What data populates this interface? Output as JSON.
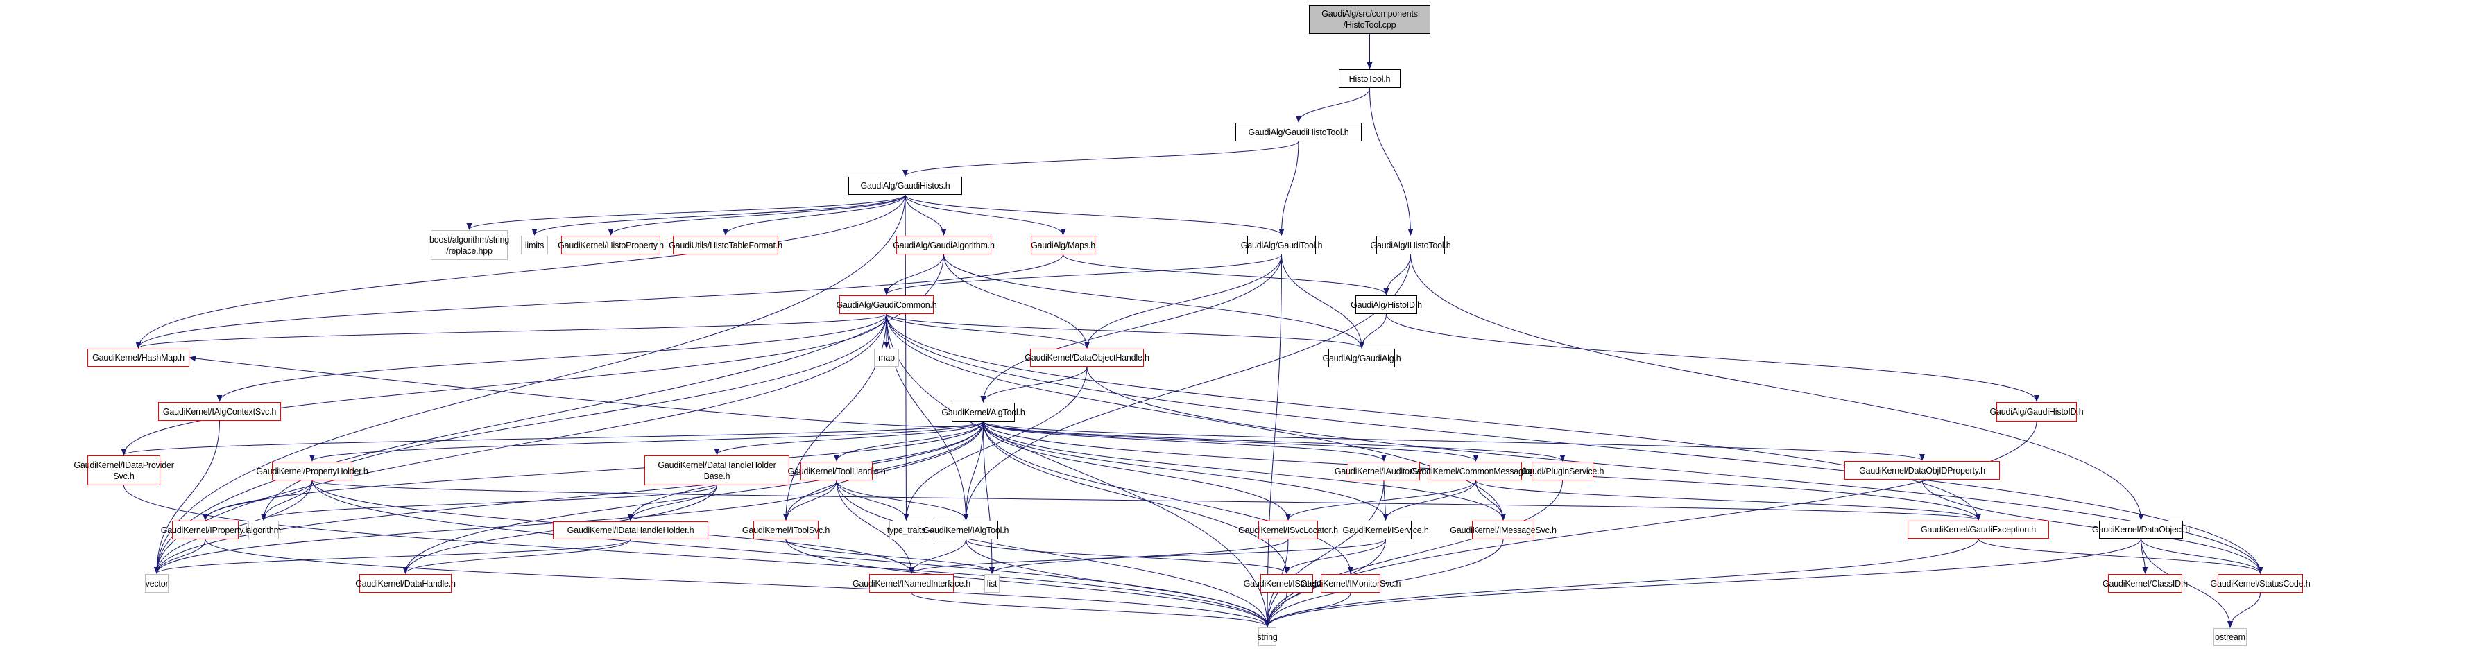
{
  "graph": {
    "title": "GaudiAlg/src/components/HistoTool.cpp include dependency graph",
    "colors": {
      "edge": "#191970",
      "documented_border": "#000000",
      "undocumented_border": "#ff0000",
      "external_border": "#bfbfbf",
      "root_fill": "#bfbfbf"
    },
    "nodes": [
      {
        "id": "root",
        "label": "GaudiAlg/src/components\n/HistoTool.cpp",
        "kind": "root"
      },
      {
        "id": "HistoTool_h",
        "label": "HistoTool.h",
        "kind": "documented"
      },
      {
        "id": "GaudiHistoTool_h",
        "label": "GaudiAlg/GaudiHistoTool.h",
        "kind": "documented"
      },
      {
        "id": "GaudiHistos_h",
        "label": "GaudiAlg/GaudiHistos.h",
        "kind": "documented"
      },
      {
        "id": "IHistoTool_h",
        "label": "GaudiAlg/IHistoTool.h",
        "kind": "documented"
      },
      {
        "id": "boost_replace",
        "label": "boost/algorithm/string\n/replace.hpp",
        "kind": "external"
      },
      {
        "id": "limits",
        "label": "limits",
        "kind": "external"
      },
      {
        "id": "HistoProperty_h",
        "label": "GaudiKernel/HistoProperty.h",
        "kind": "undocumented"
      },
      {
        "id": "HistoTableFormat_h",
        "label": "GaudiUtils/HistoTableFormat.h",
        "kind": "undocumented"
      },
      {
        "id": "GaudiAlgorithm_h",
        "label": "GaudiAlg/GaudiAlgorithm.h",
        "kind": "undocumented"
      },
      {
        "id": "Maps_h",
        "label": "GaudiAlg/Maps.h",
        "kind": "undocumented"
      },
      {
        "id": "GaudiTool_h",
        "label": "GaudiAlg/GaudiTool.h",
        "kind": "documented"
      },
      {
        "id": "HistoID_h",
        "label": "GaudiAlg/HistoID.h",
        "kind": "documented"
      },
      {
        "id": "GaudiCommon_h",
        "label": "GaudiAlg/GaudiCommon.h",
        "kind": "undocumented"
      },
      {
        "id": "GaudiAlg_h",
        "label": "GaudiAlg/GaudiAlg.h",
        "kind": "documented"
      },
      {
        "id": "HashMap_h",
        "label": "GaudiKernel/HashMap.h",
        "kind": "undocumented"
      },
      {
        "id": "map",
        "label": "map",
        "kind": "external"
      },
      {
        "id": "DataObjectHandle_h",
        "label": "GaudiKernel/DataObjectHandle.h",
        "kind": "undocumented"
      },
      {
        "id": "IAlgContextSvc_h",
        "label": "GaudiKernel/IAlgContextSvc.h",
        "kind": "undocumented"
      },
      {
        "id": "AlgTool_h",
        "label": "GaudiKernel/AlgTool.h",
        "kind": "documented"
      },
      {
        "id": "GaudiHistoID_h",
        "label": "GaudiAlg/GaudiHistoID.h",
        "kind": "undocumented"
      },
      {
        "id": "IDataProviderSvc_h",
        "label": "GaudiKernel/IDataProvider\nSvc.h",
        "kind": "undocumented"
      },
      {
        "id": "PropertyHolder_h",
        "label": "GaudiKernel/PropertyHolder.h",
        "kind": "undocumented"
      },
      {
        "id": "DataHandleHolderBase_h",
        "label": "GaudiKernel/DataHandleHolder\nBase.h",
        "kind": "undocumented"
      },
      {
        "id": "ToolHandle_h",
        "label": "GaudiKernel/ToolHandle.h",
        "kind": "undocumented"
      },
      {
        "id": "IAuditorSvc_h",
        "label": "GaudiKernel/IAuditorSvc.h",
        "kind": "undocumented"
      },
      {
        "id": "CommonMessaging_h",
        "label": "GaudiKernel/CommonMessaging.h",
        "kind": "undocumented"
      },
      {
        "id": "PluginService_h",
        "label": "Gaudi/PluginService.h",
        "kind": "undocumented"
      },
      {
        "id": "DataObjIDProperty_h",
        "label": "GaudiKernel/DataObjIDProperty.h",
        "kind": "undocumented"
      },
      {
        "id": "IProperty_h",
        "label": "GaudiKernel/IProperty.h",
        "kind": "undocumented"
      },
      {
        "id": "algorithm",
        "label": "algorithm",
        "kind": "external"
      },
      {
        "id": "IDataHandleHolder_h",
        "label": "GaudiKernel/IDataHandleHolder.h",
        "kind": "undocumented"
      },
      {
        "id": "IToolSvc_h",
        "label": "GaudiKernel/IToolSvc.h",
        "kind": "undocumented"
      },
      {
        "id": "type_traits",
        "label": "type_traits",
        "kind": "external"
      },
      {
        "id": "IAlgTool_h",
        "label": "GaudiKernel/IAlgTool.h",
        "kind": "documented"
      },
      {
        "id": "ISvcLocator_h",
        "label": "GaudiKernel/ISvcLocator.h",
        "kind": "undocumented"
      },
      {
        "id": "IService_h",
        "label": "GaudiKernel/IService.h",
        "kind": "documented"
      },
      {
        "id": "IMessageSvc_h",
        "label": "GaudiKernel/IMessageSvc.h",
        "kind": "undocumented"
      },
      {
        "id": "GaudiException_h",
        "label": "GaudiKernel/GaudiException.h",
        "kind": "undocumented"
      },
      {
        "id": "DataObject_h",
        "label": "GaudiKernel/DataObject.h",
        "kind": "documented"
      },
      {
        "id": "vector",
        "label": "vector",
        "kind": "external"
      },
      {
        "id": "DataHandle_h",
        "label": "GaudiKernel/DataHandle.h",
        "kind": "undocumented"
      },
      {
        "id": "INamedInterface_h",
        "label": "GaudiKernel/INamedInterface.h",
        "kind": "undocumented"
      },
      {
        "id": "list",
        "label": "list",
        "kind": "external"
      },
      {
        "id": "IStateful_h",
        "label": "GaudiKernel/IStateful.h",
        "kind": "undocumented"
      },
      {
        "id": "IMonitorSvc_h",
        "label": "GaudiKernel/IMonitorSvc.h",
        "kind": "undocumented"
      },
      {
        "id": "ClassID_h",
        "label": "GaudiKernel/ClassID.h",
        "kind": "undocumented"
      },
      {
        "id": "StatusCode_h",
        "label": "GaudiKernel/StatusCode.h",
        "kind": "undocumented"
      },
      {
        "id": "string",
        "label": "string",
        "kind": "external"
      },
      {
        "id": "ostream",
        "label": "ostream",
        "kind": "external"
      }
    ],
    "edges": [
      [
        "root",
        "HistoTool_h"
      ],
      [
        "HistoTool_h",
        "GaudiHistoTool_h"
      ],
      [
        "HistoTool_h",
        "IHistoTool_h"
      ],
      [
        "GaudiHistoTool_h",
        "GaudiHistos_h"
      ],
      [
        "GaudiHistoTool_h",
        "GaudiTool_h"
      ],
      [
        "GaudiHistos_h",
        "vector"
      ],
      [
        "GaudiHistos_h",
        "boost_replace"
      ],
      [
        "GaudiHistos_h",
        "limits"
      ],
      [
        "GaudiHistos_h",
        "HistoProperty_h"
      ],
      [
        "GaudiHistos_h",
        "HistoTableFormat_h"
      ],
      [
        "GaudiHistos_h",
        "GaudiAlgorithm_h"
      ],
      [
        "GaudiHistos_h",
        "Maps_h"
      ],
      [
        "GaudiHistos_h",
        "GaudiTool_h"
      ],
      [
        "GaudiHistos_h",
        "type_traits"
      ],
      [
        "GaudiHistos_h",
        "HashMap_h"
      ],
      [
        "GaudiAlgorithm_h",
        "GaudiCommon_h"
      ],
      [
        "GaudiAlgorithm_h",
        "DataObjectHandle_h"
      ],
      [
        "GaudiAlgorithm_h",
        "GaudiAlg_h"
      ],
      [
        "GaudiAlgorithm_h",
        "vector"
      ],
      [
        "Maps_h",
        "HistoID_h"
      ],
      [
        "Maps_h",
        "HashMap_h"
      ],
      [
        "GaudiTool_h",
        "GaudiCommon_h"
      ],
      [
        "GaudiTool_h",
        "DataObjectHandle_h"
      ],
      [
        "GaudiTool_h",
        "AlgTool_h"
      ],
      [
        "GaudiTool_h",
        "GaudiAlg_h"
      ],
      [
        "GaudiTool_h",
        "string"
      ],
      [
        "IHistoTool_h",
        "HistoID_h"
      ],
      [
        "IHistoTool_h",
        "IAlgTool_h"
      ],
      [
        "IHistoTool_h",
        "DataObject_h"
      ],
      [
        "HistoID_h",
        "GaudiAlg_h"
      ],
      [
        "HistoID_h",
        "GaudiHistoID_h"
      ],
      [
        "GaudiCommon_h",
        "HashMap_h"
      ],
      [
        "GaudiCommon_h",
        "map"
      ],
      [
        "GaudiCommon_h",
        "DataObjectHandle_h"
      ],
      [
        "GaudiCommon_h",
        "IAlgContextSvc_h"
      ],
      [
        "GaudiCommon_h",
        "IDataProviderSvc_h"
      ],
      [
        "GaudiCommon_h",
        "GaudiAlg_h"
      ],
      [
        "GaudiCommon_h",
        "IToolSvc_h"
      ],
      [
        "GaudiCommon_h",
        "IAlgTool_h"
      ],
      [
        "GaudiCommon_h",
        "algorithm"
      ],
      [
        "GaudiCommon_h",
        "vector"
      ],
      [
        "GaudiCommon_h",
        "string"
      ],
      [
        "GaudiCommon_h",
        "GaudiException_h"
      ],
      [
        "GaudiCommon_h",
        "StatusCode_h"
      ],
      [
        "GaudiCommon_h",
        "IMessageSvc_h"
      ],
      [
        "DataObjectHandle_h",
        "AlgTool_h"
      ],
      [
        "DataObjectHandle_h",
        "type_traits"
      ],
      [
        "DataObjectHandle_h",
        "StatusCode_h"
      ],
      [
        "IAlgContextSvc_h",
        "vector"
      ],
      [
        "AlgTool_h",
        "IDataProviderSvc_h"
      ],
      [
        "AlgTool_h",
        "PropertyHolder_h"
      ],
      [
        "AlgTool_h",
        "DataHandleHolderBase_h"
      ],
      [
        "AlgTool_h",
        "ToolHandle_h"
      ],
      [
        "AlgTool_h",
        "IAuditorSvc_h"
      ],
      [
        "AlgTool_h",
        "CommonMessaging_h"
      ],
      [
        "AlgTool_h",
        "PluginService_h"
      ],
      [
        "AlgTool_h",
        "DataObjIDProperty_h"
      ],
      [
        "AlgTool_h",
        "IProperty_h"
      ],
      [
        "AlgTool_h",
        "IDataHandleHolder_h"
      ],
      [
        "AlgTool_h",
        "IToolSvc_h"
      ],
      [
        "AlgTool_h",
        "IAlgTool_h"
      ],
      [
        "AlgTool_h",
        "ISvcLocator_h"
      ],
      [
        "AlgTool_h",
        "IService_h"
      ],
      [
        "AlgTool_h",
        "IMessageSvc_h"
      ],
      [
        "AlgTool_h",
        "GaudiException_h"
      ],
      [
        "AlgTool_h",
        "list"
      ],
      [
        "AlgTool_h",
        "vector"
      ],
      [
        "AlgTool_h",
        "IStateful_h"
      ],
      [
        "AlgTool_h",
        "IMonitorSvc_h"
      ],
      [
        "AlgTool_h",
        "DataHandle_h"
      ],
      [
        "AlgTool_h",
        "HashMap_h"
      ],
      [
        "IDataProviderSvc_h",
        "string"
      ],
      [
        "PropertyHolder_h",
        "IProperty_h"
      ],
      [
        "PropertyHolder_h",
        "algorithm"
      ],
      [
        "PropertyHolder_h",
        "vector"
      ],
      [
        "PropertyHolder_h",
        "INamedInterface_h"
      ],
      [
        "PropertyHolder_h",
        "GaudiException_h"
      ],
      [
        "PropertyHolder_h",
        "string"
      ],
      [
        "DataHandleHolderBase_h",
        "IDataHandleHolder_h"
      ],
      [
        "DataHandleHolderBase_h",
        "DataHandle_h"
      ],
      [
        "DataHandleHolderBase_h",
        "algorithm"
      ],
      [
        "ToolHandle_h",
        "IToolSvc_h"
      ],
      [
        "ToolHandle_h",
        "IAlgTool_h"
      ],
      [
        "ToolHandle_h",
        "type_traits"
      ],
      [
        "ToolHandle_h",
        "INamedInterface_h"
      ],
      [
        "ToolHandle_h",
        "vector"
      ],
      [
        "ToolHandle_h",
        "string"
      ],
      [
        "IAuditorSvc_h",
        "IService_h"
      ],
      [
        "IAuditorSvc_h",
        "string"
      ],
      [
        "CommonMessaging_h",
        "IService_h"
      ],
      [
        "CommonMessaging_h",
        "ISvcLocator_h"
      ],
      [
        "CommonMessaging_h",
        "IMessageSvc_h"
      ],
      [
        "CommonMessaging_h",
        "GaudiException_h"
      ],
      [
        "PluginService_h",
        "string"
      ],
      [
        "DataObjIDProperty_h",
        "StatusCode_h"
      ],
      [
        "IProperty_h",
        "vector"
      ],
      [
        "IProperty_h",
        "string"
      ],
      [
        "IDataHandleHolder_h",
        "DataHandle_h"
      ],
      [
        "IDataHandleHolder_h",
        "vector"
      ],
      [
        "IToolSvc_h",
        "list"
      ],
      [
        "IToolSvc_h",
        "string"
      ],
      [
        "IAlgTool_h",
        "INamedInterface_h"
      ],
      [
        "IAlgTool_h",
        "IStateful_h"
      ],
      [
        "IAlgTool_h",
        "string"
      ],
      [
        "ISvcLocator_h",
        "list"
      ],
      [
        "ISvcLocator_h",
        "string"
      ],
      [
        "IService_h",
        "IStateful_h"
      ],
      [
        "IService_h",
        "INamedInterface_h"
      ],
      [
        "IService_h",
        "string"
      ],
      [
        "IMessageSvc_h",
        "string"
      ],
      [
        "GaudiException_h",
        "StatusCode_h"
      ],
      [
        "GaudiException_h",
        "string"
      ],
      [
        "DataObject_h",
        "ClassID_h"
      ],
      [
        "DataObject_h",
        "StatusCode_h"
      ],
      [
        "DataObject_h",
        "ostream"
      ],
      [
        "DataObject_h",
        "string"
      ],
      [
        "GaudiHistoID_h",
        "string"
      ],
      [
        "INamedInterface_h",
        "string"
      ],
      [
        "IStateful_h",
        "string"
      ],
      [
        "IMonitorSvc_h",
        "string"
      ],
      [
        "StatusCode_h",
        "ostream"
      ]
    ]
  }
}
